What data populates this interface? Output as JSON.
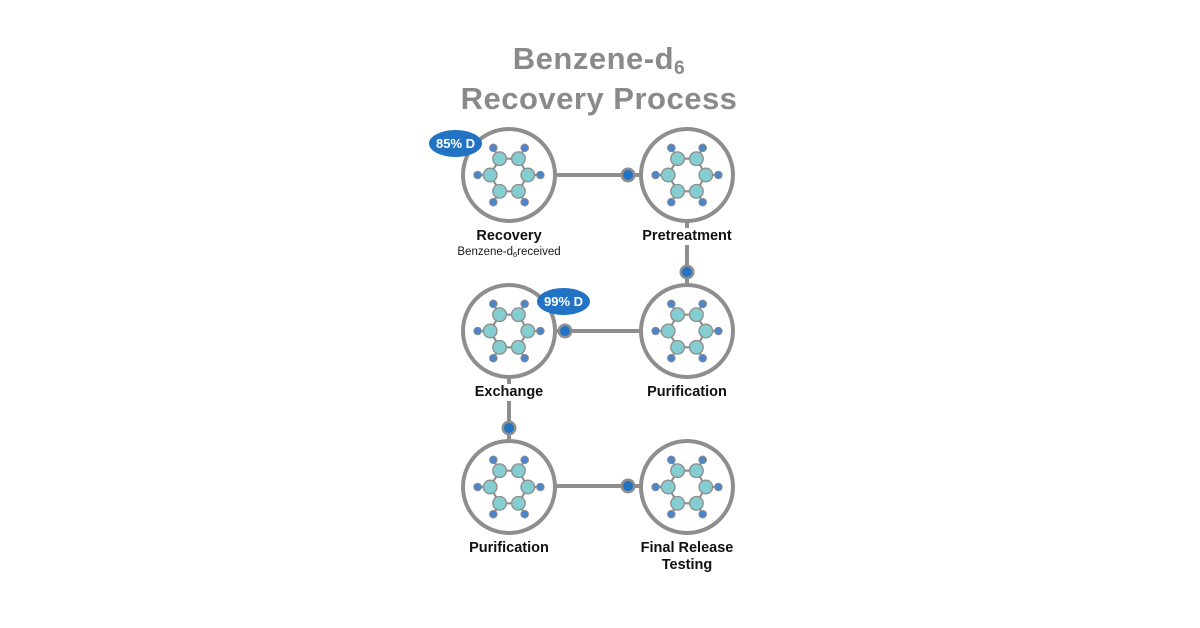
{
  "title": {
    "line1_pre": "Benzene-d",
    "line1_sub": "6",
    "line2": "Recovery Process"
  },
  "nodes": [
    {
      "id": "recovery",
      "label": "Recovery",
      "subtitle": {
        "pre": "Benzene-d",
        "sub": "6",
        "post": "received"
      }
    },
    {
      "id": "pretreatment",
      "label": "Pretreatment"
    },
    {
      "id": "exchange",
      "label": "Exchange"
    },
    {
      "id": "purification-mid",
      "label": "Purification"
    },
    {
      "id": "purification-final",
      "label": "Purification"
    },
    {
      "id": "final-release-testing",
      "label_line1": "Final Release",
      "label_line2": "Testing"
    }
  ],
  "badges": [
    {
      "text": "85% D",
      "attached_to": "recovery"
    },
    {
      "text": "99% D",
      "attached_to": "exchange"
    }
  ],
  "flow_order": [
    "Recovery",
    "Pretreatment",
    "Purification",
    "Exchange",
    "Purification",
    "Final Release Testing"
  ],
  "colors": {
    "accent_blue": "#2273c4",
    "deuterium_atom_blue": "#4d85ca",
    "carbon_atom_teal": "#84ced2",
    "line_gray": "#8e8e8e",
    "title_gray": "#8a8a8a",
    "label_black": "#111111",
    "background": "#ffffff"
  }
}
